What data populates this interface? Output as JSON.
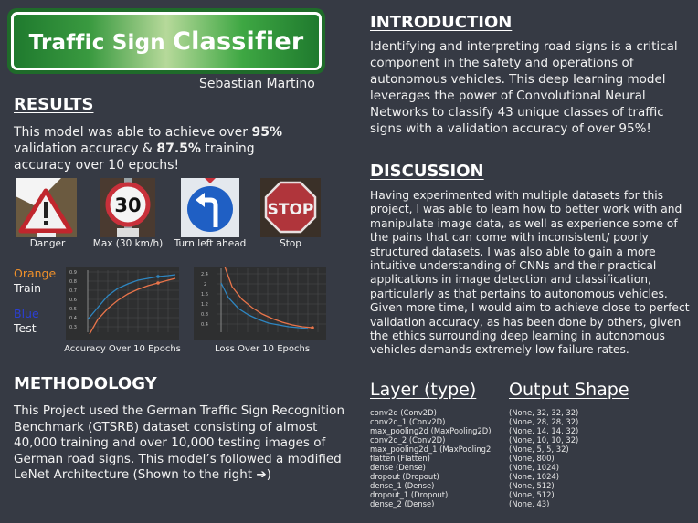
{
  "header": {
    "title_part1": "Traffic Sign ",
    "title_part2": "Classifier",
    "author": "Sebastian Martino",
    "sign_colors": {
      "dark_green": "#1f6b2a",
      "light_green": "#b6d99a",
      "border": "#ffffff"
    }
  },
  "results": {
    "heading": "RESULTS",
    "text_1": "This model was able to achieve over ",
    "bold_1": "95%",
    "text_2": " validation accuracy & ",
    "bold_2": "87.5%",
    "text_3": " training accuracy over 10 epochs!",
    "signs": [
      {
        "label": "Danger",
        "icon": "danger-sign-image"
      },
      {
        "label": "Max (30 km/h)",
        "icon": "speed-limit-30-sign-image"
      },
      {
        "label": "Turn left ahead",
        "icon": "turn-left-sign-image"
      },
      {
        "label": "Stop",
        "icon": "stop-sign-image"
      }
    ],
    "legend": {
      "orange_label": "Orange",
      "orange_meaning": "Train",
      "blue_label": "Blue",
      "blue_meaning": "Test",
      "orange_color": "#f0902a",
      "blue_color": "#2b3fd6"
    }
  },
  "chart_data": [
    {
      "type": "line",
      "title": "Accuracy Over 10 Epochs",
      "xlabel": "",
      "ylabel": "",
      "x": [
        1,
        2,
        3,
        4,
        5,
        6,
        7,
        8,
        9,
        10
      ],
      "yticks": [
        "0.3",
        "0.4",
        "0.5",
        "0.6",
        "0.7",
        "0.8",
        "0.9"
      ],
      "ylim": [
        0.25,
        0.95
      ],
      "grid": true,
      "series": [
        {
          "name": "Test",
          "color": "#2e86c1",
          "values": [
            0.43,
            0.57,
            0.7,
            0.79,
            0.84,
            0.88,
            0.9,
            0.92,
            0.93,
            0.94
          ]
        },
        {
          "name": "Train",
          "color": "#e8744a",
          "values": [
            0.25,
            0.42,
            0.54,
            0.63,
            0.7,
            0.75,
            0.79,
            0.82,
            0.85,
            0.87
          ]
        }
      ]
    },
    {
      "type": "line",
      "title": "Loss Over 10 Epochs",
      "xlabel": "",
      "ylabel": "",
      "x": [
        1,
        2,
        3,
        4,
        5,
        6,
        7,
        8,
        9,
        10
      ],
      "yticks": [
        "0.4",
        "0.8",
        "1.2",
        "1.6",
        "2",
        "2.4"
      ],
      "ylim": [
        0.2,
        2.6
      ],
      "grid": true,
      "series": [
        {
          "name": "Train",
          "color": "#e8744a",
          "values": [
            2.6,
            1.95,
            1.45,
            1.15,
            0.95,
            0.8,
            0.68,
            0.58,
            0.5,
            0.45
          ]
        },
        {
          "name": "Test",
          "color": "#2e86c1",
          "values": [
            2.05,
            1.35,
            0.95,
            0.72,
            0.57,
            0.46,
            0.4,
            0.35,
            0.32,
            0.3
          ]
        }
      ]
    }
  ],
  "methodology": {
    "heading": "METHODOLOGY",
    "text": "This Project used the German Traffic Sign Recognition Benchmark (GTSRB) dataset consisting of almost 40,000 training and over 10,000 testing images of German road signs. This model’s followed a modified LeNet Architecture (Shown to the right ➔)"
  },
  "introduction": {
    "heading": "INTRODUCTION",
    "text": "Identifying and interpreting road signs is a critical component in the safety and operations of autonomous vehicles. This deep learning model leverages the power of Convolutional Neural Networks to classify 43 unique classes of traffic signs with a validation accuracy of over 95%!"
  },
  "discussion": {
    "heading": "DISCUSSION",
    "text": "Having experimented with multiple datasets for this project, I was able to learn how to better work with and manipulate image data, as well as experience some of the pains that can come with inconsistent/ poorly structured datasets. I was also able to gain a more intuitive understanding of CNNs and their practical applications in image detection and classification, particularly as that pertains to autonomous vehicles. Given more time, I would aim to achieve close to perfect validation accuracy, as has been done by others, given the ethics surrounding deep learning in autonomous vehicles demands extremely low failure rates."
  },
  "architecture": {
    "layer_heading": "Layer (type)",
    "output_heading": "Output Shape",
    "layers": [
      {
        "layer": "conv2d (Conv2D)",
        "shape": "(None, 32, 32, 32)"
      },
      {
        "layer": "conv2d_1 (Conv2D)",
        "shape": "(None, 28, 28, 32)"
      },
      {
        "layer": "max_pooling2d (MaxPooling2D)",
        "shape": "(None, 14, 14, 32)"
      },
      {
        "layer": "conv2d_2 (Conv2D)",
        "shape": "(None, 10, 10, 32)"
      },
      {
        "layer": "max_pooling2d_1 (MaxPooling2",
        "shape": "(None, 5, 5, 32)"
      },
      {
        "layer": "flatten (Flatten)",
        "shape": "(None, 800)"
      },
      {
        "layer": "dense (Dense)",
        "shape": "(None, 1024)"
      },
      {
        "layer": "dropout (Dropout)",
        "shape": "(None, 1024)"
      },
      {
        "layer": "dense_1 (Dense)",
        "shape": "(None, 512)"
      },
      {
        "layer": "dropout_1 (Dropout)",
        "shape": "(None, 512)"
      },
      {
        "layer": "dense_2 (Dense)",
        "shape": "(None, 43)"
      }
    ]
  }
}
